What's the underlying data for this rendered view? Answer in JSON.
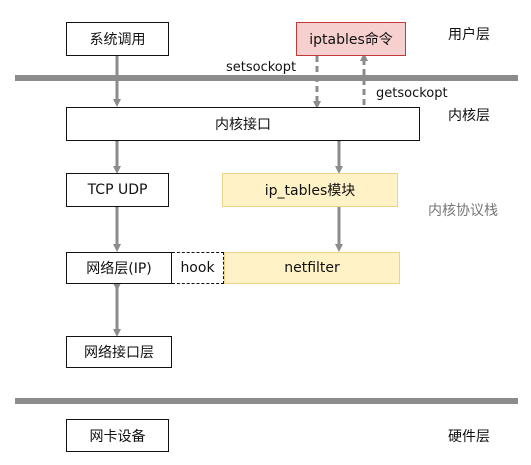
{
  "layers": {
    "user": "用户层",
    "kernel": "内核层",
    "stack": "内核协议栈",
    "hardware": "硬件层"
  },
  "boxes": {
    "syscall": "系统调用",
    "iptables_cmd": "iptables命令",
    "kernel_interface": "内核接口",
    "tcp_udp": "TCP UDP",
    "ip_tables_module": "ip_tables模块",
    "network_layer": "网络层(IP)",
    "hook": "hook",
    "netfilter": "netfilter",
    "link_layer": "网络接口层",
    "nic": "网卡设备"
  },
  "labels": {
    "setsockopt": "setsockopt",
    "getsockopt": "getsockopt"
  },
  "colors": {
    "arrow": "#8c8c8c",
    "bar": "#8c8c8c",
    "pink_fill": "#f6cfcf",
    "pink_border": "#c43a3a",
    "yellow_fill": "#fff2c6"
  }
}
